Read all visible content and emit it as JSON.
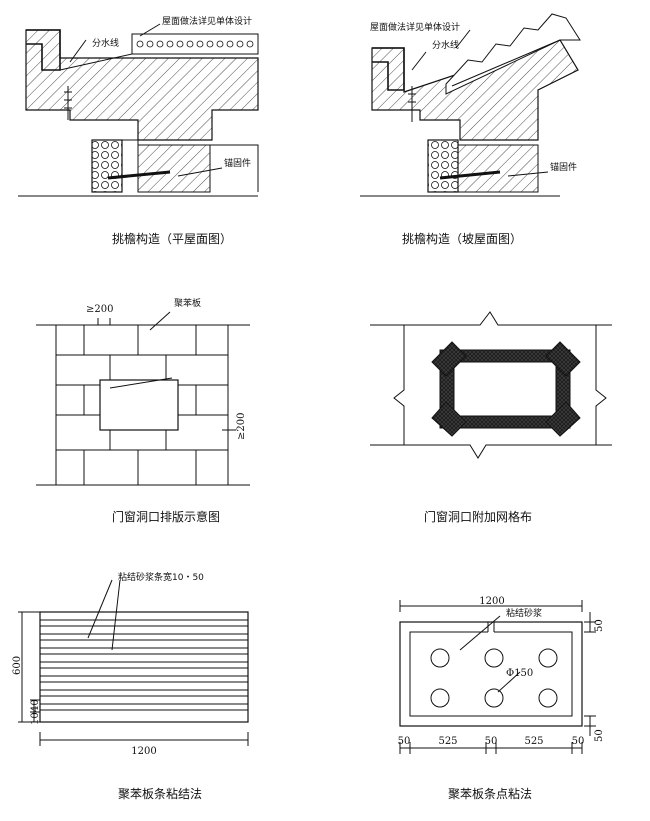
{
  "panel1": {
    "caption": "挑檐构造（平屋面图）",
    "roof_note": "屋面做法详见单体设计",
    "drip": "分水线",
    "anchor": "锚固件"
  },
  "panel2": {
    "caption": "挑檐构造（坡屋面图）",
    "roof_note": "屋面做法详见单体设计",
    "drip": "分水线",
    "anchor": "锚固件"
  },
  "panel3": {
    "caption": "门窗洞口排版示意图",
    "board": "聚苯板",
    "dim_top": "≥200",
    "dim_side": "≥200"
  },
  "panel4": {
    "caption": "门窗洞口附加网格布"
  },
  "panel5": {
    "caption": "聚苯板条粘结法",
    "mortar": "粘结砂浆条宽10・50",
    "dim_height": "600",
    "dim_width": "1200",
    "dim_a": "40",
    "dim_b": "10"
  },
  "panel6": {
    "caption": "聚苯板条点粘法",
    "mortar": "粘结砂浆",
    "dim_width": "1200",
    "dim_dot": "Φ150",
    "dim_50": "50",
    "dim_525": "525"
  }
}
